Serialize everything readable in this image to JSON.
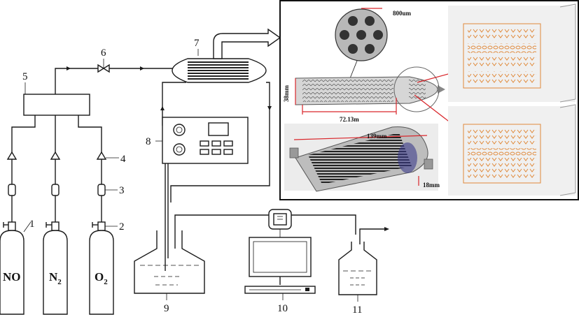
{
  "labels": {
    "n1": "1",
    "n2": "2",
    "n3": "3",
    "n4": "4",
    "n5": "5",
    "n6": "6",
    "n7": "7",
    "n8": "8",
    "n9": "9",
    "n10": "10",
    "n11": "11"
  },
  "gases": {
    "no": "NO",
    "n2_base": "N",
    "n2_sub": "2",
    "o2_base": "O",
    "o2_sub": "2"
  },
  "dimensions": {
    "pore": "800um",
    "height": "38mm",
    "channel_length": "72.13m",
    "total_length": "139mm",
    "depth": "18mm"
  },
  "colors": {
    "line": "#1a1a1a",
    "pattern": "#e0893a",
    "callout": "#d9262b",
    "render_gray": "#c8c8c8"
  },
  "icons": [
    "gas-cylinder-icon",
    "filter-icon",
    "check-valve-icon",
    "needle-valve-icon",
    "exhaust-arrow-icon",
    "monitor-icon"
  ]
}
